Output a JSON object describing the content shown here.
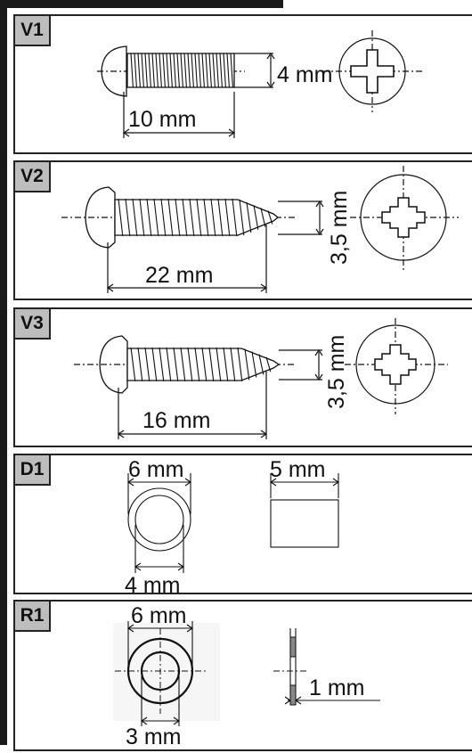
{
  "panels": [
    {
      "id": "V1",
      "dims": [
        "4 mm",
        "10 mm"
      ]
    },
    {
      "id": "V2",
      "dims": [
        "3,5 mm",
        "22 mm"
      ]
    },
    {
      "id": "V3",
      "dims": [
        "3,5 mm",
        "16 mm"
      ]
    },
    {
      "id": "D1",
      "dims": [
        "6 mm",
        "5 mm",
        "4 mm"
      ]
    },
    {
      "id": "R1",
      "dims": [
        "6 mm",
        "1 mm",
        "3 mm"
      ]
    }
  ]
}
